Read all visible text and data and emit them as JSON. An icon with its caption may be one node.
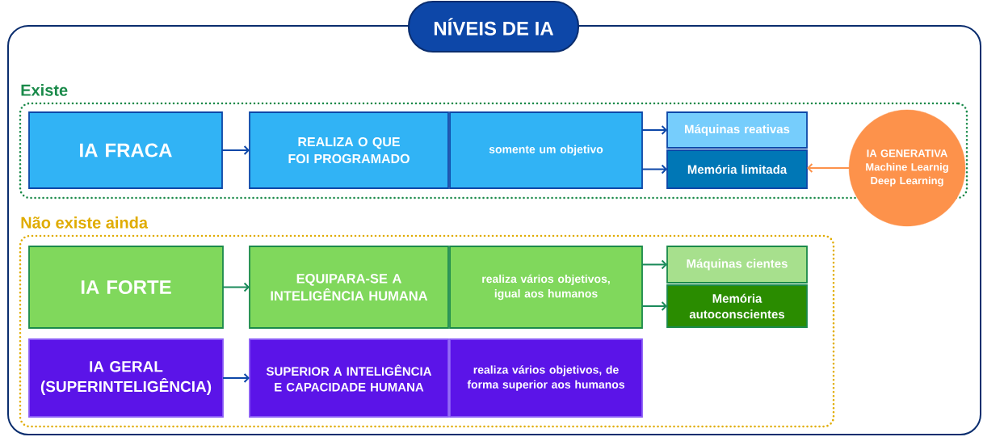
{
  "diagram": {
    "title": "NÍVEIS DE IA",
    "nodes": [
      {
        "text": [
          "Existe"
        ]
      },
      {
        "text": [
          "IA FRACA"
        ],
        "in": 0
      },
      {
        "text": [
          "REALIZA O QUE FOI PROGRAMADO"
        ],
        "in": 0
      },
      {
        "text": [
          "somente um objetivo"
        ],
        "in": 0
      },
      {
        "text": [
          "Máquinas reativas"
        ],
        "in": 0
      },
      {
        "text": [
          "Memória limitada"
        ],
        "in": 0
      },
      {
        "text": [
          "IA GENERATIVA",
          "Machine Learnig",
          "Deep Learning"
        ]
      },
      {
        "text": [
          "Não existe ainda"
        ]
      },
      {
        "text": [
          "IA FORTE"
        ],
        "in": 7
      },
      {
        "text": [
          "EQUIPARA-SE A INTELIGÊNCIA HUMANA"
        ],
        "in": 7
      },
      {
        "text": [
          "realiza vários objetivos, igual aos humanos"
        ],
        "in": 7
      },
      {
        "text": [
          "Máquinas cientes"
        ],
        "in": 7
      },
      {
        "text": [
          "Memória autoconscientes"
        ],
        "in": 7
      },
      {
        "text": [
          "IA GERAL (SUPERINTELIGÊNCIA)"
        ],
        "in": 7
      },
      {
        "text": [
          "SUPERIOR A INTELIGÊNCIA E CAPACIDADE HUMANA"
        ],
        "in": 7
      },
      {
        "text": [
          "realiza vários objetivos, de forma superior aos humanos"
        ],
        "in": 7
      }
    ],
    "edges": [
      {
        "from": 1,
        "to": 2,
        "arrow": "to"
      },
      {
        "from": 3,
        "to": 4,
        "arrow": "to"
      },
      {
        "from": 3,
        "to": 5,
        "arrow": "to"
      },
      {
        "from": 6,
        "to": 5,
        "arrow": "to",
        "color": "#fd924b"
      },
      {
        "from": 8,
        "to": 9,
        "arrow": "to",
        "color": "#1a8a5a"
      },
      {
        "from": 10,
        "to": 11,
        "arrow": "to",
        "color": "#1a8a5a"
      },
      {
        "from": 10,
        "to": 12,
        "arrow": "to",
        "color": "#1a8a5a"
      },
      {
        "from": 13,
        "to": 14,
        "arrow": "to"
      }
    ]
  }
}
